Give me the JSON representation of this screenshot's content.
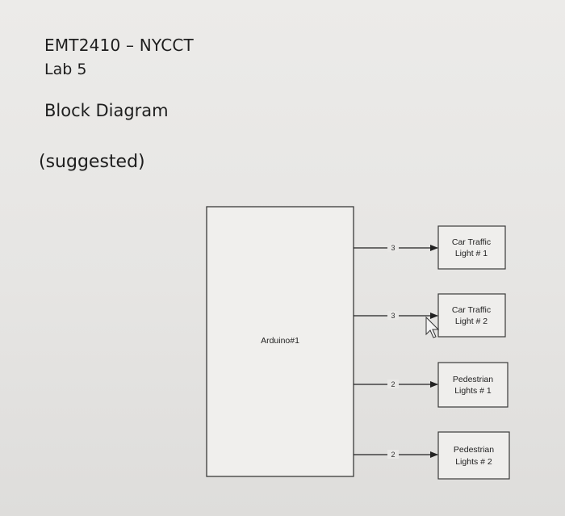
{
  "header": {
    "course": "EMT2410 – NYCCT",
    "lab": "Lab 5",
    "section": "Block Diagram",
    "note": "(suggested)"
  },
  "diagram": {
    "controller": {
      "label": "Arduino#1"
    },
    "outputs": [
      {
        "line1": "Car Traffic",
        "line2": "Light # 1",
        "bus_width": "3"
      },
      {
        "line1": "Car Traffic",
        "line2": "Light # 2",
        "bus_width": "3"
      },
      {
        "line1": "Pedestrian",
        "line2": "Lights # 1",
        "bus_width": "2"
      },
      {
        "line1": "Pedestrian",
        "line2": "Lights # 2",
        "bus_width": "2"
      }
    ]
  }
}
